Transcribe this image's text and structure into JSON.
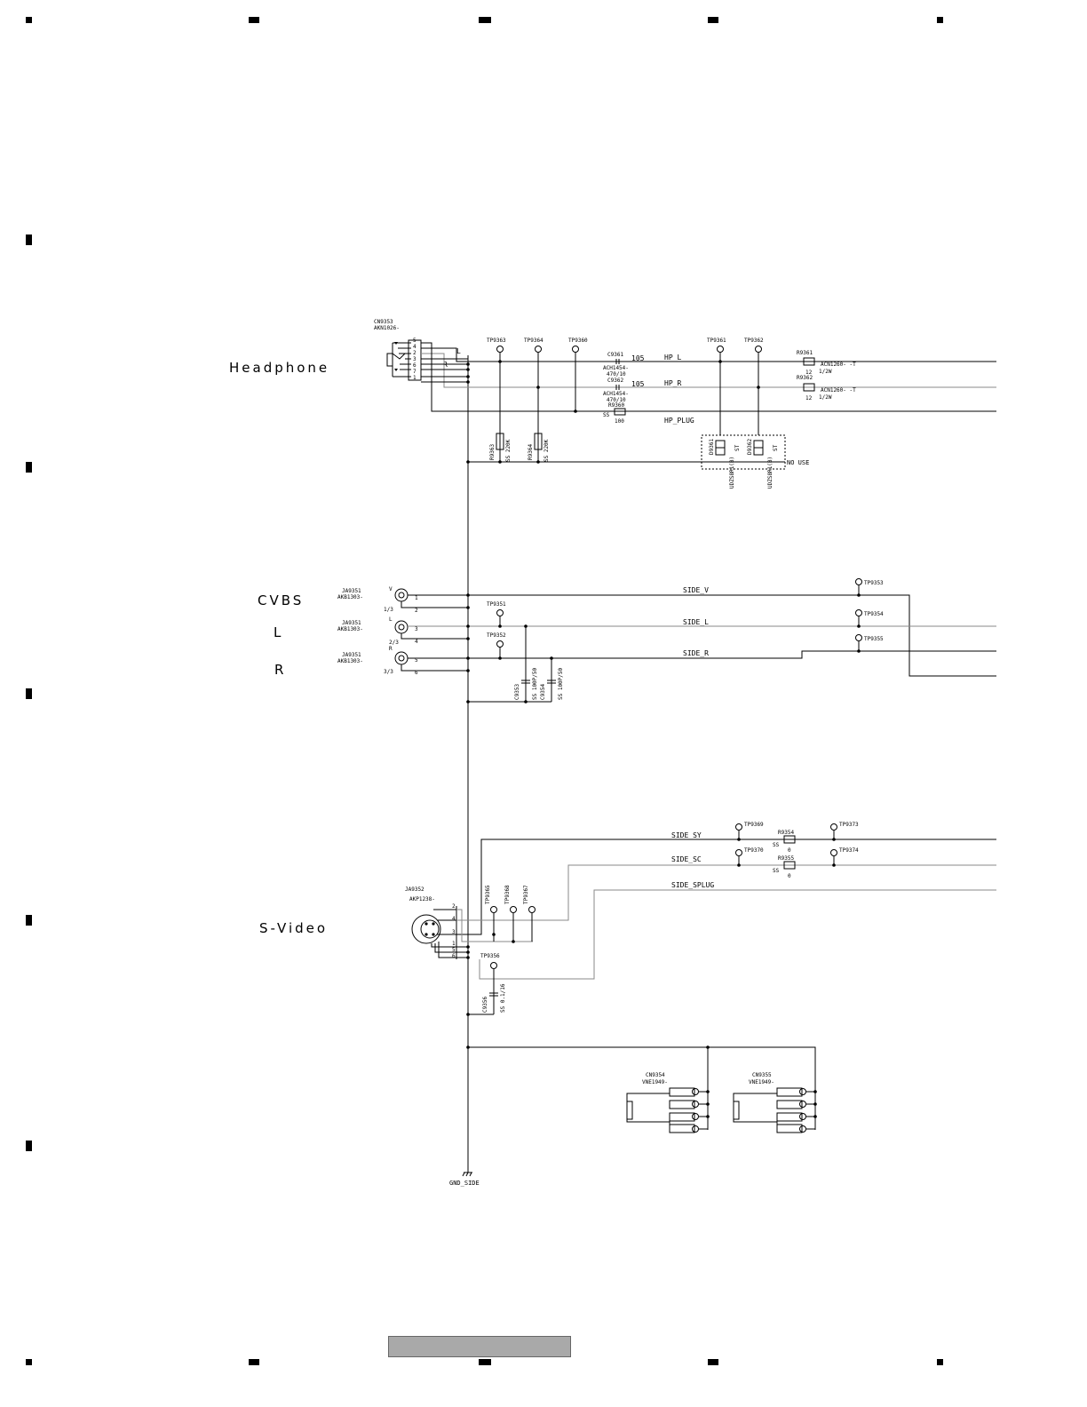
{
  "sections": {
    "headphone": "Headphone",
    "cvbs": "CVBS",
    "l": "L",
    "r": "R",
    "svideo": "S-Video"
  },
  "connectors": {
    "cn9353_ref": "CN9353",
    "cn9353_part": "AKN1026-",
    "ja9351_ref": "JA9351",
    "ja9351_part": "AKB1303-",
    "ja9352_ref": "JA9352",
    "ja9352_part": "AKP1238-",
    "cn9354_ref": "CN9354",
    "cn9354_part": "VNE1949-",
    "cn9355_ref": "CN9355",
    "cn9355_part": "VNE1949-",
    "jack_v": "V",
    "jack_l": "L",
    "jack_r": "R",
    "sect1": "1/3",
    "sect2": "2/3",
    "sect3": "3/3",
    "hp_pin_l": "L",
    "hp_pin_r": "R"
  },
  "test_points": {
    "tp9363": "TP9363",
    "tp9364": "TP9364",
    "tp9360": "TP9360",
    "tp9361": "TP9361",
    "tp9362": "TP9362",
    "tp9353": "TP9353",
    "tp9354": "TP9354",
    "tp9355": "TP9355",
    "tp9351": "TP9351",
    "tp9352": "TP9352",
    "tp9369": "TP9369",
    "tp9370": "TP9370",
    "tp9373": "TP9373",
    "tp9374": "TP9374",
    "tp9365": "TP9365",
    "tp9368": "TP9368",
    "tp9367": "TP9367",
    "tp9356": "TP9356"
  },
  "nets": {
    "hp_l": "HP_L",
    "hp_r": "HP_R",
    "hp_plug": "HP_PLUG",
    "side_v": "SIDE_V",
    "side_l": "SIDE_L",
    "side_r": "SIDE_R",
    "side_sy": "SIDE_SY",
    "side_sc": "SIDE_SC",
    "side_splug": "SIDE_SPLUG",
    "gnd_side": "GND_SIDE",
    "no_use": "NO USE"
  },
  "components": {
    "c9361": "C9361",
    "c9361_val": "105",
    "c9361_part": "ACH1454-",
    "c9361_part2": "470/10",
    "c9362": "C9362",
    "c9362_val": "105",
    "c9362_part": "ACH1454-",
    "c9362_part2": "470/10",
    "r9360": "R9360",
    "r9360_ss": "SS",
    "r9360_val": "100",
    "r9361": "R9361",
    "r9361_val": "12",
    "r9361_part": "ACN1260- -T",
    "r9361_w": "1/2W",
    "r9362": "R9362",
    "r9362_val": "12",
    "r9362_part": "ACN1260- -T",
    "r9362_w": "1/2W",
    "r9363": "R9363",
    "r9363_val": "SS 220K",
    "r9364": "R9364",
    "r9364_val": "SS 220K",
    "d9361": "D9361",
    "d9361_part": "UDZS8R1(B)",
    "d9361_tag": "ST",
    "d9362": "D9362",
    "d9362_part": "UDZS8R1(B)",
    "d9362_tag": "ST",
    "c9353": "C9353",
    "c9353_val": "SS 100P/50",
    "c9354": "C9354",
    "c9354_val": "SS 100P/50",
    "c9356": "C9356",
    "c9356_val": "SS 0.1/16",
    "r9354": "R9354",
    "r9354_ss": "SS",
    "r9354_val": "0",
    "r9355": "R9355",
    "r9355_ss": "SS",
    "r9355_val": "0"
  },
  "colors": {
    "wire": "#000000",
    "wire_gray": "#8a8a8a",
    "footer": "#a9a9a9"
  }
}
